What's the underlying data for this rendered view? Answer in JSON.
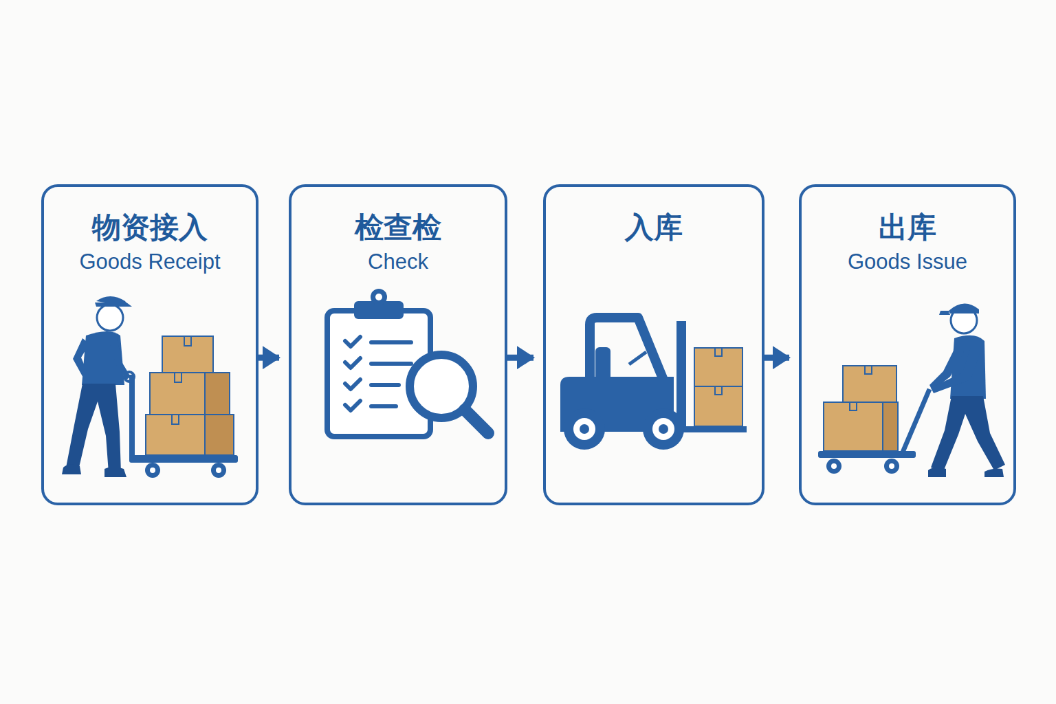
{
  "diagram": {
    "nodes": [
      {
        "text": [
          "物资接入",
          "Goods Receipt"
        ]
      },
      {
        "text": [
          "检查检",
          "Check"
        ]
      },
      {
        "text": [
          "入库"
        ]
      },
      {
        "text": [
          "出库",
          "Goods Issue"
        ]
      }
    ],
    "edges": [
      {
        "from": 0,
        "to": 1,
        "arrow": "to"
      },
      {
        "from": 1,
        "to": 2,
        "arrow": "to"
      },
      {
        "from": 2,
        "to": 3,
        "arrow": "to"
      }
    ]
  }
}
